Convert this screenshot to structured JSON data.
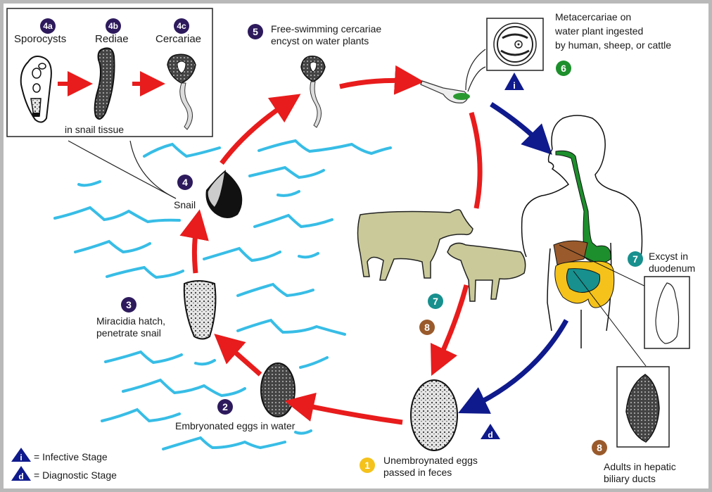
{
  "diagram": {
    "title": "Fasciola hepatica life cycle",
    "colors": {
      "transmission_arrow": "#e81c1c",
      "human_arrow": "#0f1a8c",
      "water": "#37bde6",
      "animal_fill": "#c9c99a",
      "stage_badge_purple": "#2d1a5c",
      "stage_badge_green": "#1d8f2c",
      "stage_badge_teal": "#17908e",
      "stage_badge_brown": "#9a5a2b",
      "stage_badge_yellow": "#f4c21b"
    },
    "snail_tissue_box": {
      "caption": "in snail tissue",
      "stages": [
        {
          "badge": "4a",
          "label": "Sporocysts"
        },
        {
          "badge": "4b",
          "label": "Rediae"
        },
        {
          "badge": "4c",
          "label": "Cercariae"
        }
      ]
    },
    "stages": {
      "s1": {
        "badge": "1",
        "lines": [
          "Unembroynated eggs",
          "passed in feces"
        ]
      },
      "s2": {
        "badge": "2",
        "lines": [
          "Embryonated eggs in water"
        ]
      },
      "s3": {
        "badge": "3",
        "lines": [
          "Miracidia hatch,",
          "penetrate snail"
        ]
      },
      "s4": {
        "badge": "4",
        "lines": [
          "Snail"
        ]
      },
      "s5": {
        "badge": "5",
        "lines": [
          "Free-swimming cercariae",
          "encyst on water plants"
        ]
      },
      "s6": {
        "badge": "6",
        "lines": [
          "Metacercariae on",
          "water plant ingested",
          "by human, sheep, or cattle"
        ]
      },
      "s7": {
        "badge": "7",
        "lines": [
          "Excyst in",
          "duodenum"
        ]
      },
      "s7_animal": {
        "badge": "7"
      },
      "s8": {
        "badge": "8",
        "lines": [
          "Adults in hepatic",
          "biliary ducts"
        ]
      },
      "s8_animal": {
        "badge": "8"
      }
    },
    "markers": {
      "infective": "i",
      "diagnostic": "d"
    },
    "legend": [
      {
        "symbol": "i",
        "text": "= Infective Stage"
      },
      {
        "symbol": "d",
        "text": "= Diagnostic Stage"
      }
    ]
  }
}
